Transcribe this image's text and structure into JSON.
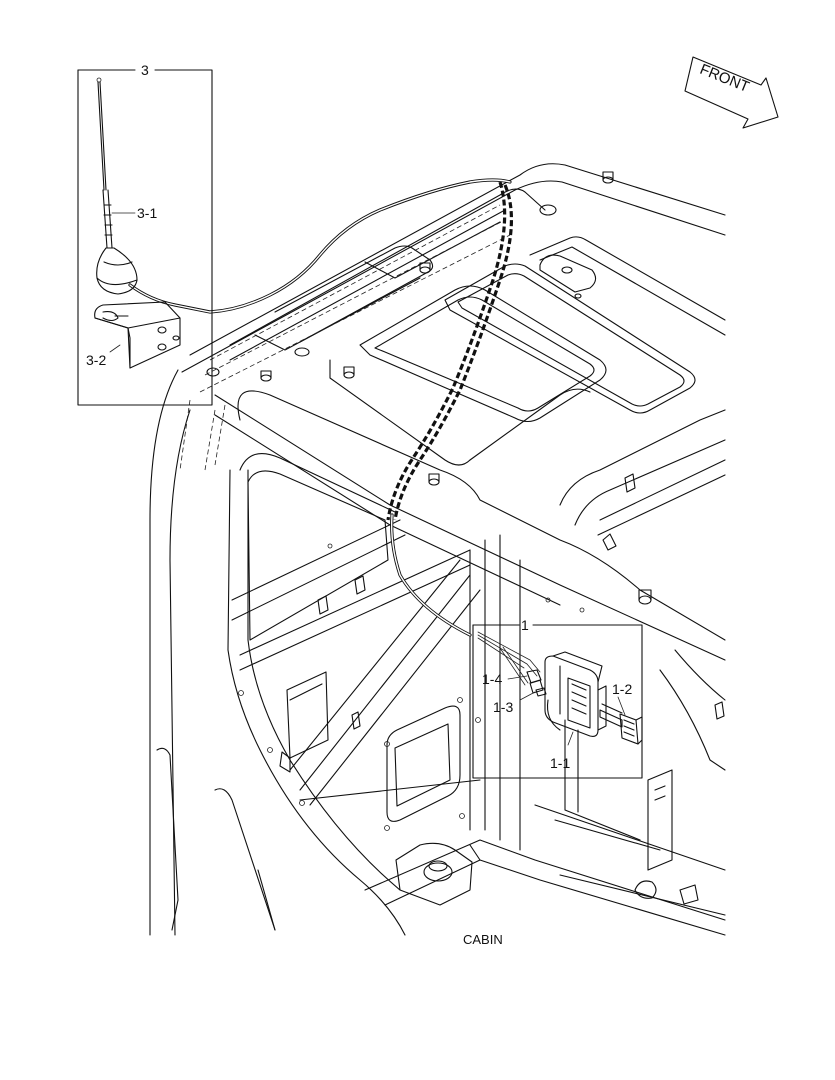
{
  "direction": {
    "label": "FRONT"
  },
  "callouts": {
    "antenna_assembly": "3",
    "antenna_rod": "3-1",
    "antenna_bracket": "3-2",
    "radio_assembly": "1",
    "radio_unit": "1-1",
    "harness_connector": "1-2",
    "cable_connector": "1-3",
    "cable_plug": "1-4"
  },
  "caption": "CABIN"
}
